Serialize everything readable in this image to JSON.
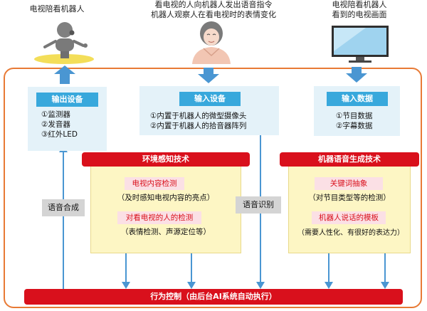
{
  "top": {
    "robot_label": "电视陪看机器人",
    "person_label_1": "看电视的人向机器人发出语音指令",
    "person_label_2": "机器人观察人在看电视时的表情变化",
    "tv_label_1": "电视陪看机器人",
    "tv_label_2": "看到的电视画面"
  },
  "output": {
    "title": "输出设备",
    "items": [
      "①监测器",
      "②发音器",
      "③红外LED"
    ]
  },
  "input": {
    "title": "输入设备",
    "items": [
      "①内置于机器人的微型摄像头",
      "②内置于机器人的拾音器阵列"
    ]
  },
  "input_data": {
    "title": "输入数据",
    "items": [
      "①节目数据",
      "②字幕数据"
    ]
  },
  "env": {
    "title": "环境感知技术",
    "tag1": "电视内容检测",
    "desc1": "（及时感知电视内容的亮点）",
    "tag2": "对看电视的人的检测",
    "desc2": "（表情检测、声源定位等）"
  },
  "gen": {
    "title": "机器语音生成技术",
    "tag1": "关键词抽象",
    "desc1": "（对节目类型等的检测）",
    "tag2": "机器人说话的模板",
    "desc2": "（需要人性化、有很好的表达力）"
  },
  "speech_synthesis": "语音合成",
  "speech_recognition": "语音识别",
  "behavior": "行为控制（由后台AI系统自动执行）",
  "colors": {
    "frame": "#e87a35",
    "blue": "#38a8dc",
    "panel": "#e4f2f9",
    "red": "#d9101c",
    "yellow": "#fdf6c4",
    "pink": "#fbe0e5",
    "gray": "#d4d4d4",
    "arrow": "#4a96d2"
  }
}
